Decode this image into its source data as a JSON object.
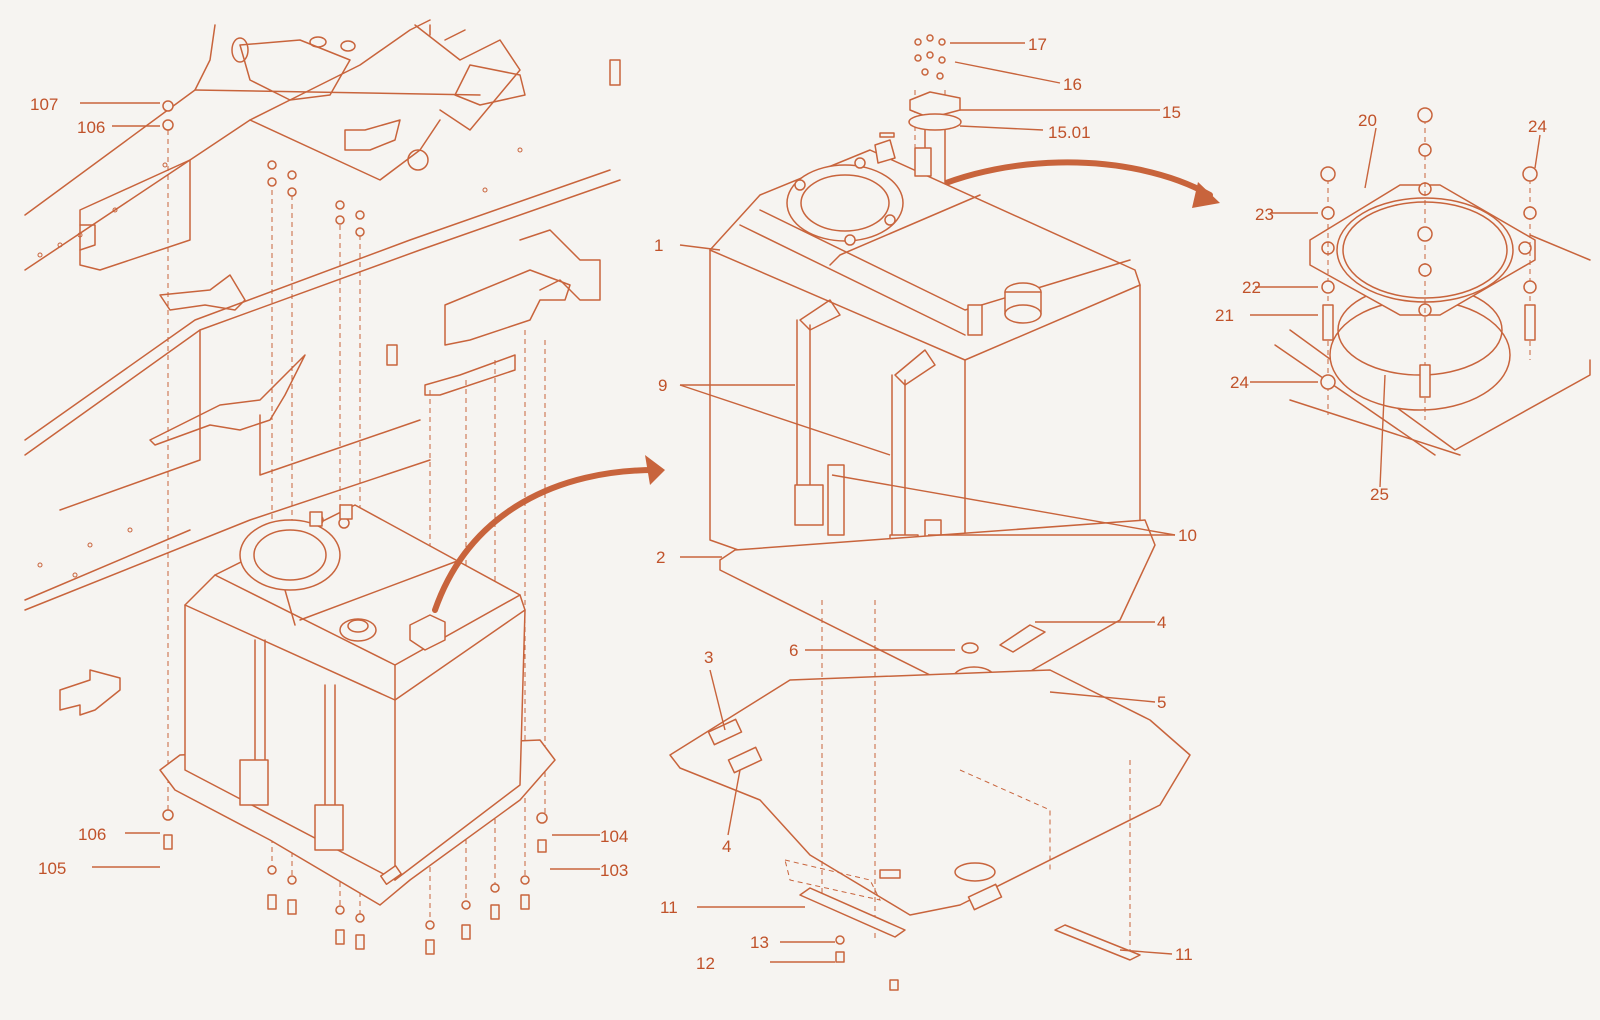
{
  "diagram": {
    "accent_color": "#c8643c",
    "background_color": "#f6f4f1",
    "callouts": [
      {
        "id": "c107",
        "label": "107"
      },
      {
        "id": "c106a",
        "label": "106"
      },
      {
        "id": "c106b",
        "label": "106"
      },
      {
        "id": "c105",
        "label": "105"
      },
      {
        "id": "c104",
        "label": "104"
      },
      {
        "id": "c103",
        "label": "103"
      },
      {
        "id": "c1",
        "label": "1"
      },
      {
        "id": "c2",
        "label": "2"
      },
      {
        "id": "c3",
        "label": "3"
      },
      {
        "id": "c4a",
        "label": "4"
      },
      {
        "id": "c4b",
        "label": "4"
      },
      {
        "id": "c5",
        "label": "5"
      },
      {
        "id": "c6",
        "label": "6"
      },
      {
        "id": "c9",
        "label": "9"
      },
      {
        "id": "c10",
        "label": "10"
      },
      {
        "id": "c11a",
        "label": "11"
      },
      {
        "id": "c11b",
        "label": "11"
      },
      {
        "id": "c12",
        "label": "12"
      },
      {
        "id": "c13",
        "label": "13"
      },
      {
        "id": "c15",
        "label": "15"
      },
      {
        "id": "c1501",
        "label": "15.01"
      },
      {
        "id": "c16",
        "label": "16"
      },
      {
        "id": "c17",
        "label": "17"
      },
      {
        "id": "c20",
        "label": "20"
      },
      {
        "id": "c21",
        "label": "21"
      },
      {
        "id": "c22",
        "label": "22"
      },
      {
        "id": "c23",
        "label": "23"
      },
      {
        "id": "c24a",
        "label": "24"
      },
      {
        "id": "c24b",
        "label": "24"
      },
      {
        "id": "c25",
        "label": "25"
      }
    ]
  }
}
